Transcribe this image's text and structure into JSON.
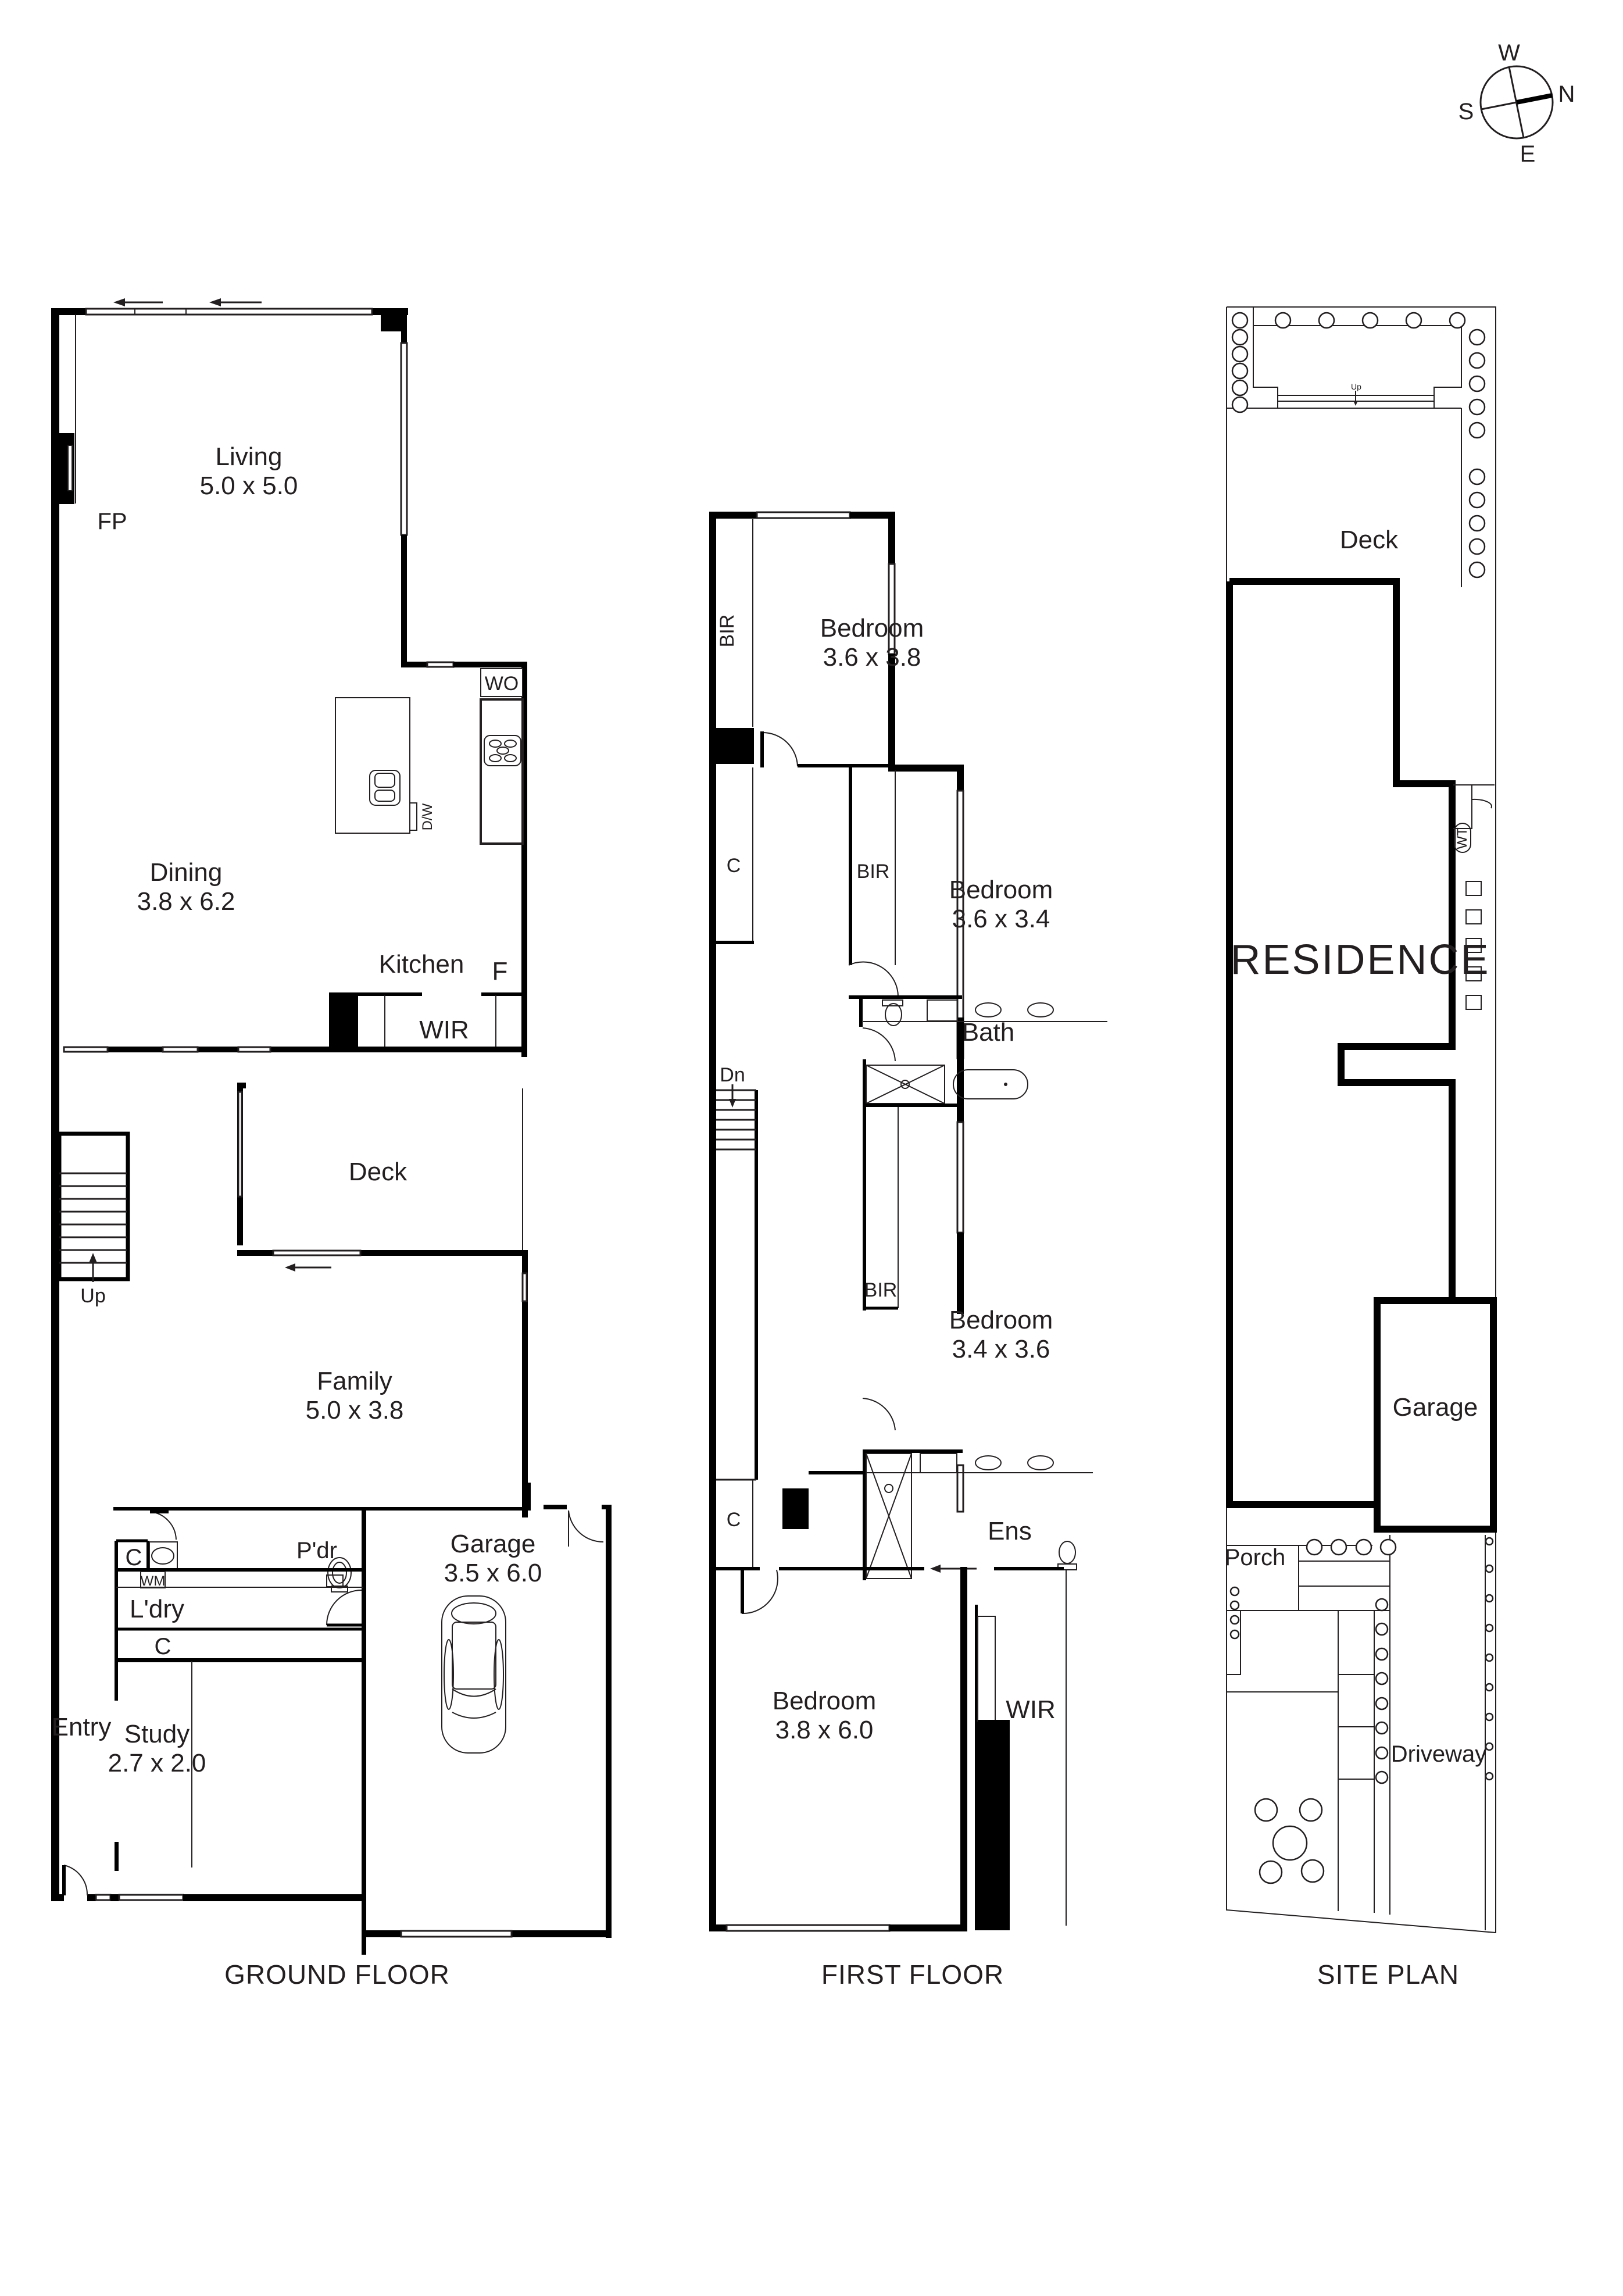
{
  "compass": {
    "labels": {
      "north": "N",
      "south": "S",
      "east": "E",
      "west": "W"
    }
  },
  "ground_floor": {
    "title": "GROUND FLOOR",
    "rooms": {
      "living": {
        "name": "Living",
        "size": "5.0 x 5.0"
      },
      "fireplace": {
        "name": "FP"
      },
      "dining": {
        "name": "Dining",
        "size": "3.8 x 6.2"
      },
      "kitchen": {
        "name": "Kitchen"
      },
      "wall_oven": {
        "name": "WO"
      },
      "dishwasher": {
        "name": "D/W"
      },
      "fridge": {
        "name": "F"
      },
      "wir": {
        "name": "WIR"
      },
      "deck": {
        "name": "Deck"
      },
      "family": {
        "name": "Family",
        "size": "5.0 x 3.8"
      },
      "stairs": {
        "name": "Up"
      },
      "powder": {
        "name": "P'dr"
      },
      "cupboard_1": {
        "name": "C"
      },
      "washing_machine": {
        "name": "WM"
      },
      "laundry": {
        "name": "L'dry"
      },
      "cupboard_2": {
        "name": "C"
      },
      "study": {
        "name": "Study",
        "size": "2.7 x 2.0"
      },
      "entry": {
        "name": "Entry"
      },
      "garage": {
        "name": "Garage",
        "size": "3.5 x 6.0"
      }
    }
  },
  "first_floor": {
    "title": "FIRST FLOOR",
    "rooms": {
      "bedroom_1": {
        "name": "Bedroom",
        "size": "3.6 x 3.8"
      },
      "bir_1": {
        "name": "BIR"
      },
      "cupboard_1": {
        "name": "C"
      },
      "bedroom_2": {
        "name": "Bedroom",
        "size": "3.6 x 3.4"
      },
      "bir_2": {
        "name": "BIR"
      },
      "bath": {
        "name": "Bath"
      },
      "stairs": {
        "name": "Dn"
      },
      "bedroom_3": {
        "name": "Bedroom",
        "size": "3.4 x 3.6"
      },
      "bir_3": {
        "name": "BIR"
      },
      "ensuite": {
        "name": "Ens"
      },
      "cupboard_2": {
        "name": "C"
      },
      "bedroom_4": {
        "name": "Bedroom",
        "size": "3.8 x 6.0"
      },
      "wir": {
        "name": "WIR"
      }
    }
  },
  "site_plan": {
    "title": "SITE PLAN",
    "areas": {
      "deck": {
        "name": "Deck"
      },
      "steps": {
        "name": "Up"
      },
      "residence": {
        "name": "RESIDENCE"
      },
      "water_tank": {
        "name": "WT"
      },
      "garage": {
        "name": "Garage"
      },
      "porch": {
        "name": "Porch"
      },
      "driveway": {
        "name": "Driveway"
      }
    }
  }
}
